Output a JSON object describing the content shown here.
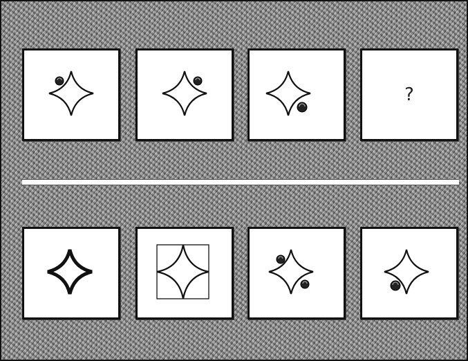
{
  "question_row": {
    "tiles": [
      {
        "figure": "star-with-dot",
        "dot_position": "top-left"
      },
      {
        "figure": "star-with-dot",
        "dot_position": "top-right"
      },
      {
        "figure": "star-with-dot",
        "dot_position": "bottom-right"
      },
      {
        "figure": "missing",
        "label": "?"
      }
    ]
  },
  "answer_row": {
    "options": [
      {
        "figure": "star-thick-outline"
      },
      {
        "figure": "star-in-square"
      },
      {
        "figure": "star-with-two-dots",
        "dot_positions": [
          "top-left",
          "bottom-right"
        ]
      },
      {
        "figure": "star-with-dot",
        "dot_position": "bottom-left"
      }
    ]
  },
  "colors": {
    "figure": "#111111",
    "tile": "#ffffff",
    "background": "#8e8e8e"
  }
}
